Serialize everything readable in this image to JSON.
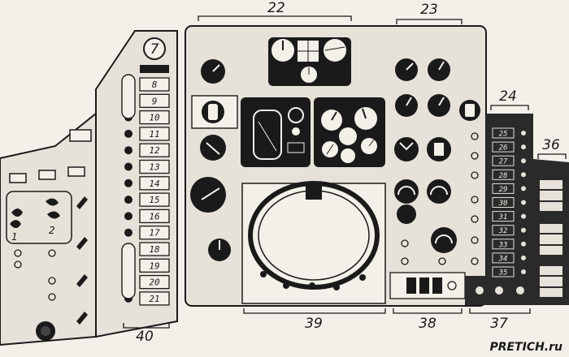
{
  "callouts": {
    "c7": "7",
    "c22": "22",
    "c23": "23",
    "c24": "24",
    "c36": "36",
    "c37": "37",
    "c38": "38",
    "c39": "39",
    "c40": "40"
  },
  "left_panel": {
    "lever_1": "1",
    "lever_2": "2"
  },
  "switch_column": [
    "8",
    "9",
    "10",
    "11",
    "12",
    "13",
    "14",
    "15",
    "16",
    "17",
    "18",
    "19",
    "20",
    "21"
  ],
  "indicator_column": [
    "25",
    "26",
    "27",
    "28",
    "29",
    "30",
    "31",
    "32",
    "33",
    "34",
    "35"
  ],
  "watermark": "PRETICH.ru",
  "colors": {
    "paper": "#f3f0ea",
    "ink": "#1a1a1a",
    "panel_dark": "#2a2a2a",
    "panel_light": "#e6e2da"
  }
}
